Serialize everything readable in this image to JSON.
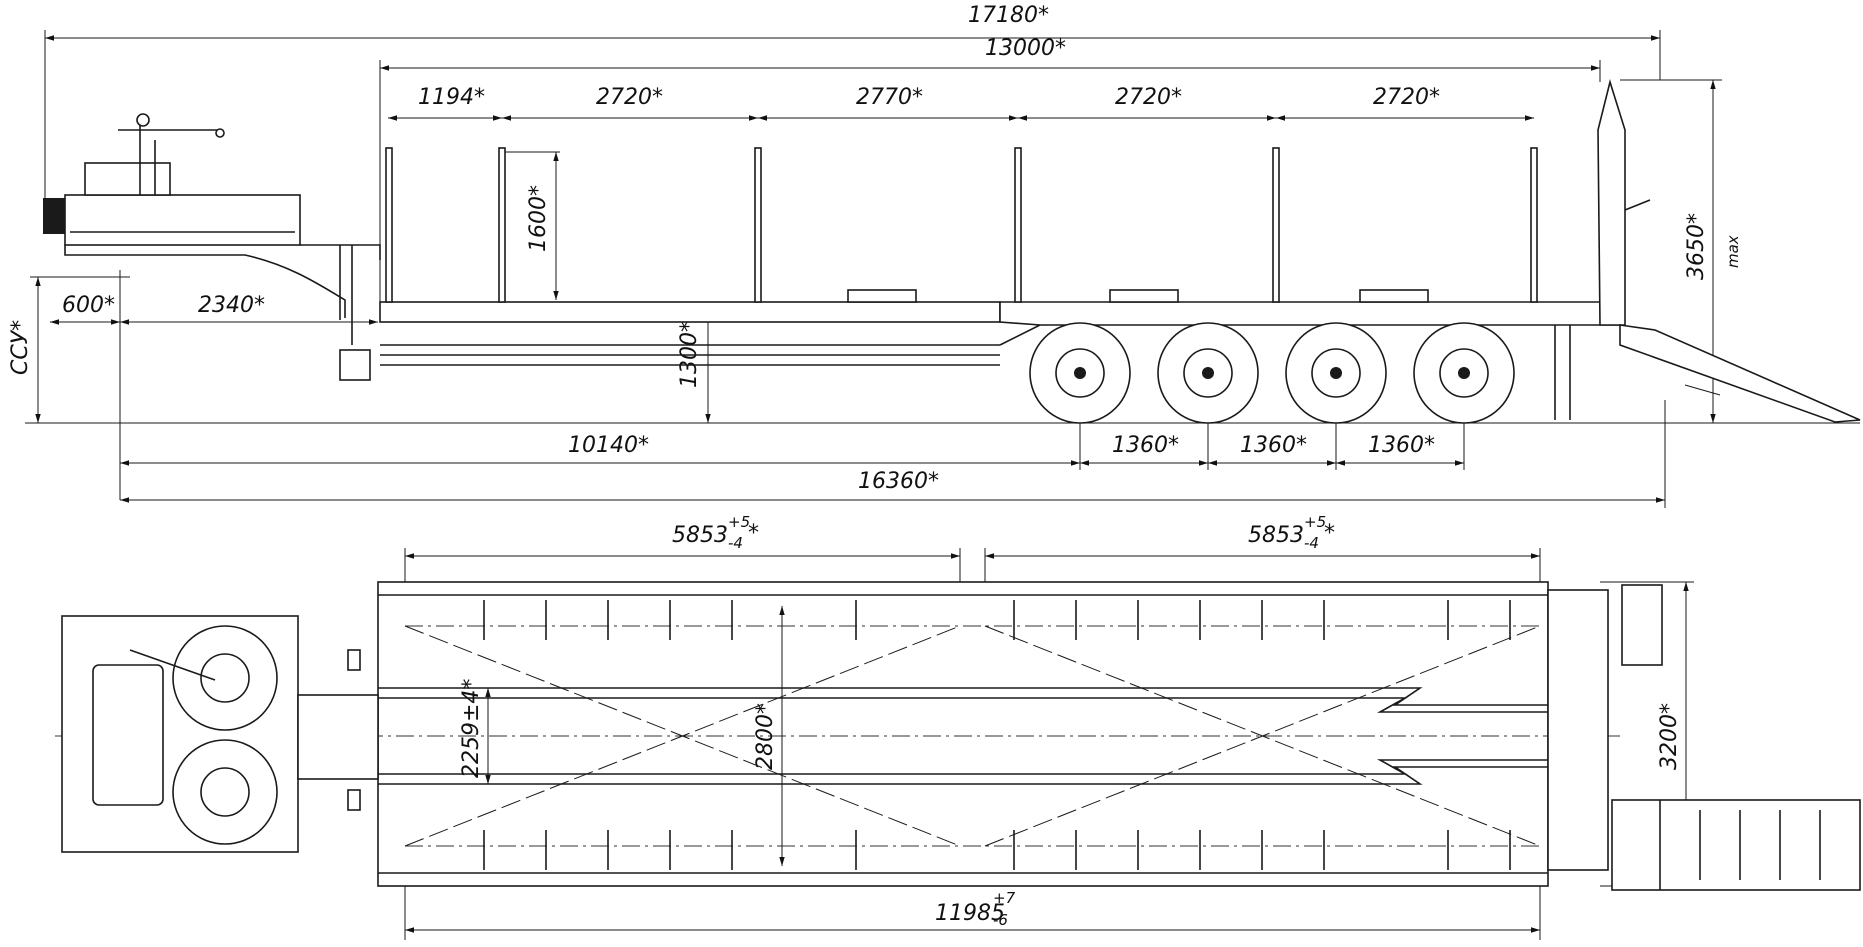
{
  "side_view": {
    "dims": {
      "overall_length": "17180*",
      "platform_length": "13000*",
      "stake_1": "1194*",
      "stake_2": "2720*",
      "stake_3": "2770*",
      "stake_4": "2720*",
      "stake_5": "2720*",
      "stake_height": "1600*",
      "total_height": "3650*",
      "total_height_note": "max",
      "kingpin_offset": "600*",
      "gooseneck_length": "2340*",
      "fifth_wheel_height": "ССУ*",
      "deck_height": "1300*",
      "kingpin_to_axle": "10140*",
      "axle_spacing_1": "1360*",
      "axle_spacing_2": "1360*",
      "axle_spacing_3": "1360*",
      "kingpin_to_rear": "16360*"
    }
  },
  "plan_view": {
    "dims": {
      "half_length_left_base": "5853",
      "half_length_left_tol_upper": "+5",
      "half_length_left_tol_lower": "-4",
      "half_length_left_mark": "*",
      "half_length_right_base": "5853",
      "half_length_right_tol_upper": "+5",
      "half_length_right_tol_lower": "-4",
      "half_length_right_mark": "*",
      "track_width": "2259±4*",
      "deck_width": "2800*",
      "overall_width": "3200*",
      "deck_length_base": "11985",
      "deck_length_tol_upper": "+7",
      "deck_length_tol_lower": "-6"
    }
  }
}
